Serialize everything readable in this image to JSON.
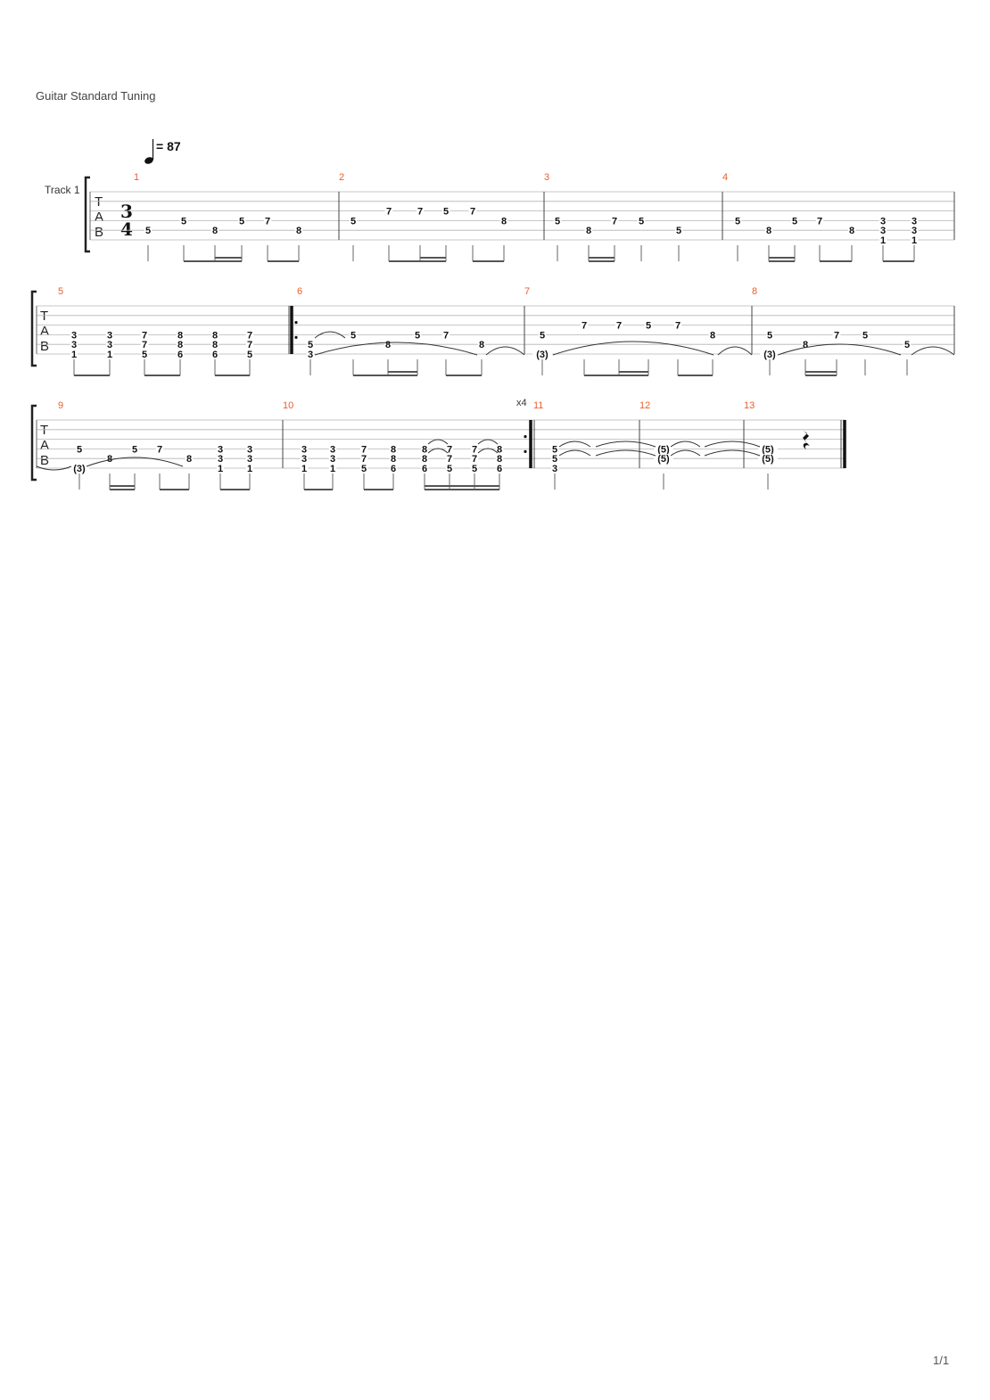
{
  "header": {
    "tuning_label": "Guitar Standard Tuning",
    "page_number": "1/1"
  },
  "tempo": {
    "equals_label": "= 87",
    "note_icon": "quarter-note-icon"
  },
  "track_label": "Track 1",
  "time_signature": {
    "numerator": "3",
    "denominator": "4"
  },
  "tab_letters": [
    "T",
    "A",
    "B"
  ],
  "repeat_count": "x4",
  "bar_numbers": [
    "1",
    "2",
    "3",
    "4",
    "5",
    "6",
    "7",
    "8",
    "9",
    "10",
    "11",
    "12",
    "13"
  ],
  "bars": [
    {
      "number": "1",
      "notes": [
        {
          "beat": 0,
          "frets": [
            {
              "s": 5,
              "f": "5"
            }
          ]
        },
        {
          "beat": 1,
          "frets": [
            {
              "s": 4,
              "f": "5"
            }
          ]
        },
        {
          "beat": 2,
          "frets": [
            {
              "s": 5,
              "f": "8"
            }
          ]
        },
        {
          "beat": 3,
          "frets": [
            {
              "s": 4,
              "f": "5"
            }
          ]
        },
        {
          "beat": 4,
          "frets": [
            {
              "s": 4,
              "f": "7"
            }
          ]
        },
        {
          "beat": 5,
          "frets": [
            {
              "s": 5,
              "f": "8"
            }
          ]
        }
      ]
    },
    {
      "number": "2",
      "notes": [
        {
          "beat": 0,
          "frets": [
            {
              "s": 4,
              "f": "5"
            }
          ]
        },
        {
          "beat": 1,
          "frets": [
            {
              "s": 3,
              "f": "7"
            }
          ]
        },
        {
          "beat": 2,
          "frets": [
            {
              "s": 3,
              "f": "7"
            }
          ]
        },
        {
          "beat": 3,
          "frets": [
            {
              "s": 3,
              "f": "5"
            }
          ]
        },
        {
          "beat": 4,
          "frets": [
            {
              "s": 3,
              "f": "7"
            }
          ]
        },
        {
          "beat": 5,
          "frets": [
            {
              "s": 4,
              "f": "8"
            }
          ]
        }
      ]
    },
    {
      "number": "3",
      "notes": [
        {
          "beat": 0,
          "frets": [
            {
              "s": 4,
              "f": "5"
            }
          ]
        },
        {
          "beat": 1,
          "frets": [
            {
              "s": 5,
              "f": "8"
            }
          ]
        },
        {
          "beat": 2,
          "frets": [
            {
              "s": 4,
              "f": "7"
            }
          ]
        },
        {
          "beat": 3,
          "frets": [
            {
              "s": 4,
              "f": "5"
            }
          ]
        },
        {
          "beat": 4,
          "frets": [
            {
              "s": 5,
              "f": "5"
            }
          ]
        }
      ]
    },
    {
      "number": "4",
      "notes": [
        {
          "beat": 0,
          "frets": [
            {
              "s": 4,
              "f": "5"
            }
          ]
        },
        {
          "beat": 1,
          "frets": [
            {
              "s": 5,
              "f": "8"
            }
          ]
        },
        {
          "beat": 2,
          "frets": [
            {
              "s": 4,
              "f": "5"
            }
          ]
        },
        {
          "beat": 3,
          "frets": [
            {
              "s": 4,
              "f": "7"
            }
          ]
        },
        {
          "beat": 4,
          "frets": [
            {
              "s": 5,
              "f": "8"
            }
          ]
        },
        {
          "beat": 5,
          "frets": [
            {
              "s": 4,
              "f": "3"
            },
            {
              "s": 5,
              "f": "3"
            },
            {
              "s": 6,
              "f": "1"
            }
          ]
        },
        {
          "beat": 6,
          "frets": [
            {
              "s": 4,
              "f": "3"
            },
            {
              "s": 5,
              "f": "3"
            },
            {
              "s": 6,
              "f": "1"
            }
          ]
        }
      ]
    },
    {
      "number": "5",
      "notes": [
        {
          "beat": 0,
          "frets": [
            {
              "s": 4,
              "f": "3"
            },
            {
              "s": 5,
              "f": "3"
            },
            {
              "s": 6,
              "f": "1"
            }
          ]
        },
        {
          "beat": 1,
          "frets": [
            {
              "s": 4,
              "f": "3"
            },
            {
              "s": 5,
              "f": "3"
            },
            {
              "s": 6,
              "f": "1"
            }
          ]
        },
        {
          "beat": 2,
          "frets": [
            {
              "s": 4,
              "f": "7"
            },
            {
              "s": 5,
              "f": "7"
            },
            {
              "s": 6,
              "f": "5"
            }
          ]
        },
        {
          "beat": 3,
          "frets": [
            {
              "s": 4,
              "f": "8"
            },
            {
              "s": 5,
              "f": "8"
            },
            {
              "s": 6,
              "f": "6"
            }
          ]
        },
        {
          "beat": 4,
          "frets": [
            {
              "s": 4,
              "f": "8"
            },
            {
              "s": 5,
              "f": "8"
            },
            {
              "s": 6,
              "f": "6"
            }
          ]
        },
        {
          "beat": 5,
          "frets": [
            {
              "s": 4,
              "f": "7"
            },
            {
              "s": 5,
              "f": "7"
            },
            {
              "s": 6,
              "f": "5"
            }
          ]
        }
      ]
    },
    {
      "number": "6",
      "notes": [
        {
          "beat": 0,
          "frets": [
            {
              "s": 5,
              "f": "5"
            },
            {
              "s": 6,
              "f": "3"
            }
          ]
        },
        {
          "beat": 1,
          "frets": [
            {
              "s": 4,
              "f": "5"
            }
          ]
        },
        {
          "beat": 2,
          "frets": [
            {
              "s": 5,
              "f": "8"
            }
          ]
        },
        {
          "beat": 3,
          "frets": [
            {
              "s": 4,
              "f": "5"
            }
          ]
        },
        {
          "beat": 4,
          "frets": [
            {
              "s": 4,
              "f": "7"
            }
          ]
        },
        {
          "beat": 5,
          "frets": [
            {
              "s": 5,
              "f": "8"
            }
          ]
        }
      ]
    },
    {
      "number": "7",
      "notes": [
        {
          "beat": 0,
          "frets": [
            {
              "s": 4,
              "f": "5"
            },
            {
              "s": 6,
              "f": "(3)"
            }
          ]
        },
        {
          "beat": 1,
          "frets": [
            {
              "s": 3,
              "f": "7"
            }
          ]
        },
        {
          "beat": 2,
          "frets": [
            {
              "s": 3,
              "f": "7"
            }
          ]
        },
        {
          "beat": 3,
          "frets": [
            {
              "s": 3,
              "f": "5"
            }
          ]
        },
        {
          "beat": 4,
          "frets": [
            {
              "s": 3,
              "f": "7"
            }
          ]
        },
        {
          "beat": 5,
          "frets": [
            {
              "s": 4,
              "f": "8"
            }
          ]
        }
      ]
    },
    {
      "number": "8",
      "notes": [
        {
          "beat": 0,
          "frets": [
            {
              "s": 4,
              "f": "5"
            },
            {
              "s": 6,
              "f": "(3)"
            }
          ]
        },
        {
          "beat": 1,
          "frets": [
            {
              "s": 5,
              "f": "8"
            }
          ]
        },
        {
          "beat": 2,
          "frets": [
            {
              "s": 4,
              "f": "7"
            }
          ]
        },
        {
          "beat": 3,
          "frets": [
            {
              "s": 4,
              "f": "5"
            }
          ]
        },
        {
          "beat": 4,
          "frets": [
            {
              "s": 5,
              "f": "5"
            }
          ]
        }
      ]
    },
    {
      "number": "9",
      "notes": [
        {
          "beat": 0,
          "frets": [
            {
              "s": 4,
              "f": "5"
            },
            {
              "s": 6,
              "f": "(3)"
            }
          ]
        },
        {
          "beat": 1,
          "frets": [
            {
              "s": 5,
              "f": "8"
            }
          ]
        },
        {
          "beat": 2,
          "frets": [
            {
              "s": 4,
              "f": "5"
            }
          ]
        },
        {
          "beat": 3,
          "frets": [
            {
              "s": 4,
              "f": "7"
            }
          ]
        },
        {
          "beat": 4,
          "frets": [
            {
              "s": 5,
              "f": "8"
            }
          ]
        },
        {
          "beat": 5,
          "frets": [
            {
              "s": 4,
              "f": "3"
            },
            {
              "s": 5,
              "f": "3"
            },
            {
              "s": 6,
              "f": "1"
            }
          ]
        },
        {
          "beat": 6,
          "frets": [
            {
              "s": 4,
              "f": "3"
            },
            {
              "s": 5,
              "f": "3"
            },
            {
              "s": 6,
              "f": "1"
            }
          ]
        }
      ]
    },
    {
      "number": "10",
      "notes": [
        {
          "beat": 0,
          "frets": [
            {
              "s": 4,
              "f": "3"
            },
            {
              "s": 5,
              "f": "3"
            },
            {
              "s": 6,
              "f": "1"
            }
          ]
        },
        {
          "beat": 1,
          "frets": [
            {
              "s": 4,
              "f": "3"
            },
            {
              "s": 5,
              "f": "3"
            },
            {
              "s": 6,
              "f": "1"
            }
          ]
        },
        {
          "beat": 2,
          "frets": [
            {
              "s": 4,
              "f": "7"
            },
            {
              "s": 5,
              "f": "7"
            },
            {
              "s": 6,
              "f": "5"
            }
          ]
        },
        {
          "beat": 3,
          "frets": [
            {
              "s": 4,
              "f": "8"
            },
            {
              "s": 5,
              "f": "8"
            },
            {
              "s": 6,
              "f": "6"
            }
          ]
        },
        {
          "beat": 4,
          "frets": [
            {
              "s": 4,
              "f": "8"
            },
            {
              "s": 5,
              "f": "8"
            },
            {
              "s": 6,
              "f": "6"
            }
          ]
        },
        {
          "beat": 5,
          "frets": [
            {
              "s": 4,
              "f": "7"
            },
            {
              "s": 5,
              "f": "7"
            },
            {
              "s": 6,
              "f": "5"
            }
          ]
        },
        {
          "beat": 6,
          "frets": [
            {
              "s": 4,
              "f": "7"
            },
            {
              "s": 5,
              "f": "7"
            },
            {
              "s": 6,
              "f": "5"
            }
          ]
        },
        {
          "beat": 7,
          "frets": [
            {
              "s": 4,
              "f": "8"
            },
            {
              "s": 5,
              "f": "8"
            },
            {
              "s": 6,
              "f": "6"
            }
          ]
        }
      ]
    },
    {
      "number": "11",
      "notes": [
        {
          "beat": 0,
          "frets": [
            {
              "s": 4,
              "f": "5"
            },
            {
              "s": 5,
              "f": "5"
            },
            {
              "s": 6,
              "f": "3"
            }
          ]
        }
      ]
    },
    {
      "number": "12",
      "notes": [
        {
          "beat": 0,
          "frets": [
            {
              "s": 4,
              "f": "(5)"
            },
            {
              "s": 5,
              "f": "(5)"
            }
          ]
        }
      ]
    },
    {
      "number": "13",
      "notes": [
        {
          "beat": 0,
          "frets": [
            {
              "s": 4,
              "f": "(5)"
            },
            {
              "s": 5,
              "f": "(5)"
            }
          ]
        }
      ]
    }
  ]
}
